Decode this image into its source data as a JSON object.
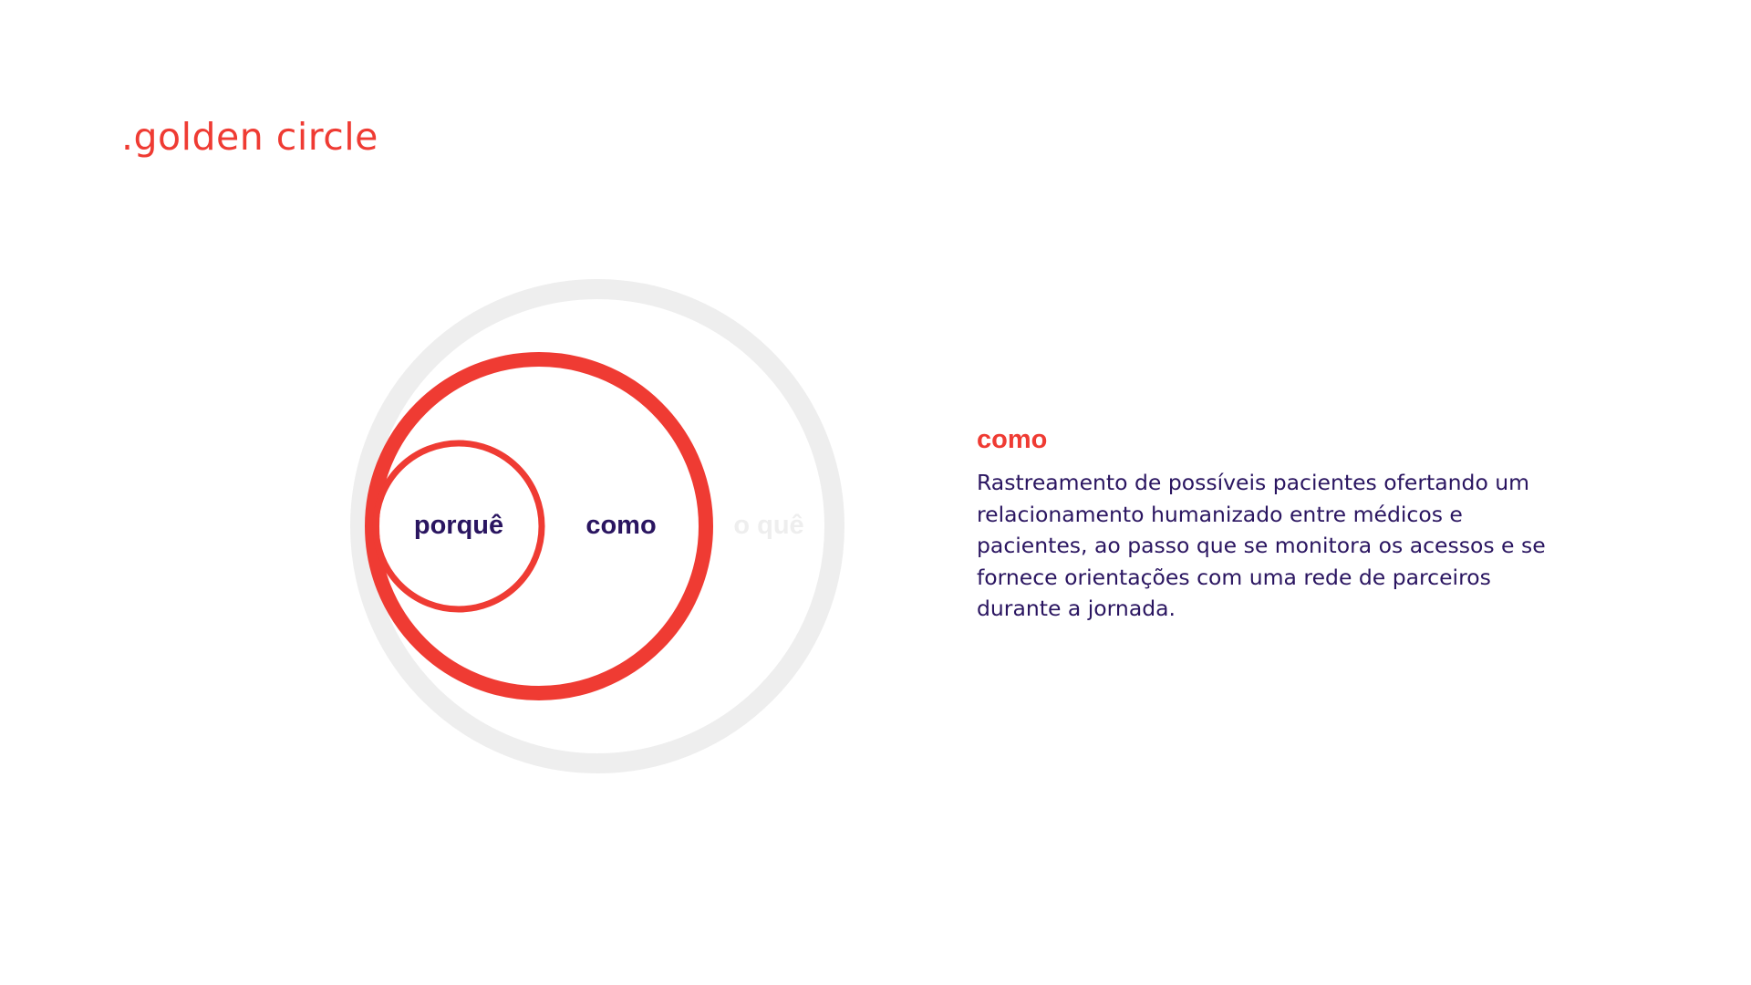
{
  "page": {
    "title": ".golden circle"
  },
  "diagram": {
    "circles": [
      {
        "id": "porque",
        "label": "porquê",
        "ring_color": "#ef3b33",
        "label_color": "#2a1560"
      },
      {
        "id": "como",
        "label": "como",
        "ring_color": "#ef3b33",
        "label_color": "#2a1560"
      },
      {
        "id": "o-que",
        "label": "o quê",
        "ring_color": "#eeeeee",
        "label_color": "#eeeeee"
      }
    ],
    "highlighted": "como"
  },
  "detail": {
    "heading": "como",
    "body": "Rastreamento de possíveis pacientes ofertando um relacionamento humanizado entre médicos e pacientes, ao passo que se monitora os acessos e se fornece orientações com uma rede de parceiros durante a jornada."
  },
  "colors": {
    "accent": "#ef3b33",
    "text_dark": "#2a1560",
    "muted": "#eeeeee",
    "background": "#ffffff"
  }
}
